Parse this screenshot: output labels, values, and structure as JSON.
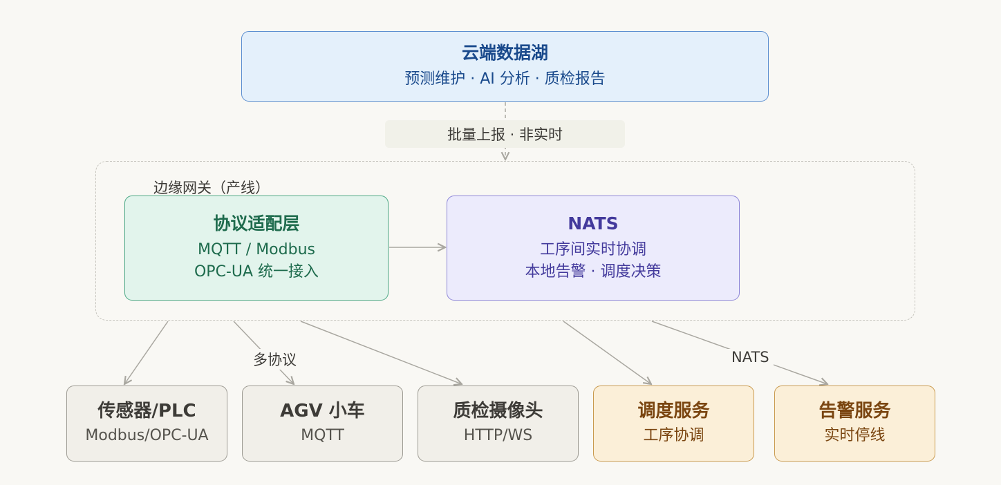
{
  "cloud": {
    "title": "云端数据湖",
    "subtitle": "预测维护 · AI 分析 · 质检报告"
  },
  "batch_label": "批量上报 · 非实时",
  "edge_gateway_label": "边缘网关（产线）",
  "protocol_layer": {
    "title": "协议适配层",
    "line1": "MQTT / Modbus",
    "line2": "OPC-UA 统一接入"
  },
  "nats_box": {
    "title": "NATS",
    "line1": "工序间实时协调",
    "line2": "本地告警 · 调度决策"
  },
  "edge_labels": {
    "multi_protocol": "多协议",
    "nats": "NATS"
  },
  "devices": [
    {
      "title": "传感器/PLC",
      "subtitle": "Modbus/OPC-UA"
    },
    {
      "title": "AGV 小车",
      "subtitle": "MQTT"
    },
    {
      "title": "质检摄像头",
      "subtitle": "HTTP/WS"
    }
  ],
  "services": [
    {
      "title": "调度服务",
      "subtitle": "工序协调"
    },
    {
      "title": "告警服务",
      "subtitle": "实时停线"
    }
  ]
}
